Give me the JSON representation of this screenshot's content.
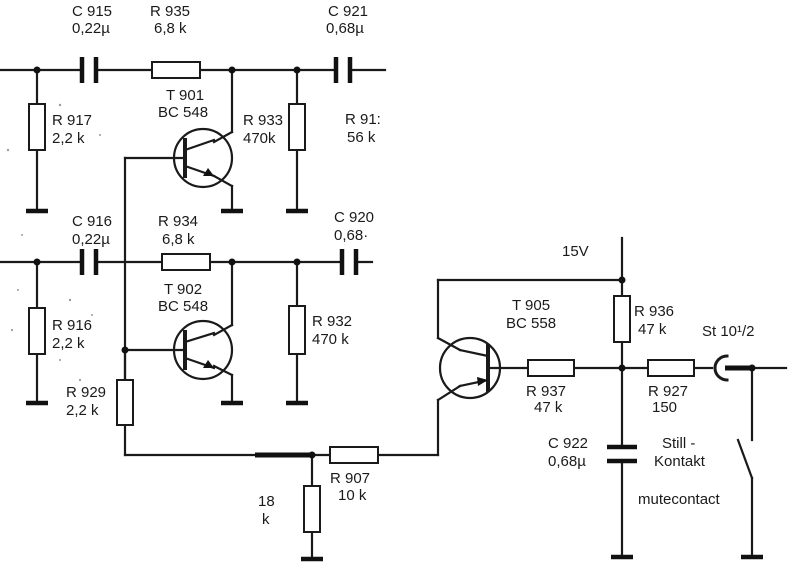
{
  "labels": {
    "c915_name": "C 915",
    "c915_val": "0,22µ",
    "r935_name": "R 935",
    "r935_val": "6,8 k",
    "c921_name": "C 921",
    "c921_val": "0,68µ",
    "r917_name": "R 917",
    "r917_val": "2,2 k",
    "t901_name": "T 901",
    "t901_type": "BC 548",
    "r933_name": "R 933",
    "r933_val": "470k",
    "r91x_name": "R 91:",
    "r91x_val": "56 k",
    "c916_name": "C 916",
    "c916_val": "0,22µ",
    "r934_name": "R 934",
    "r934_val": "6,8 k",
    "c920_name": "C 920",
    "c920_val": "0,68·",
    "r916_name": "R 916",
    "r916_val": "2,2 k",
    "t902_name": "T 902",
    "t902_type": "BC 548",
    "r932_name": "R 932",
    "r932_val": "470 k",
    "r929_name": "R 929",
    "r929_val": "2,2 k",
    "r_18_val": "18",
    "r_18_unit": "k",
    "r907_name": "R 907",
    "r907_val": "10 k",
    "supply": "15V",
    "t905_name": "T 905",
    "t905_type": "BC 558",
    "r936_name": "R 936",
    "r936_val": "47 k",
    "connector": "St 10¹/2",
    "r937_name": "R 937",
    "r937_val": "47 k",
    "r927_name": "R 927",
    "r927_val": "150",
    "c922_name": "C 922",
    "c922_val": "0,68µ",
    "switch_line1": "Still -",
    "switch_line2": "Kontakt",
    "switch_en": "mutecontact"
  }
}
